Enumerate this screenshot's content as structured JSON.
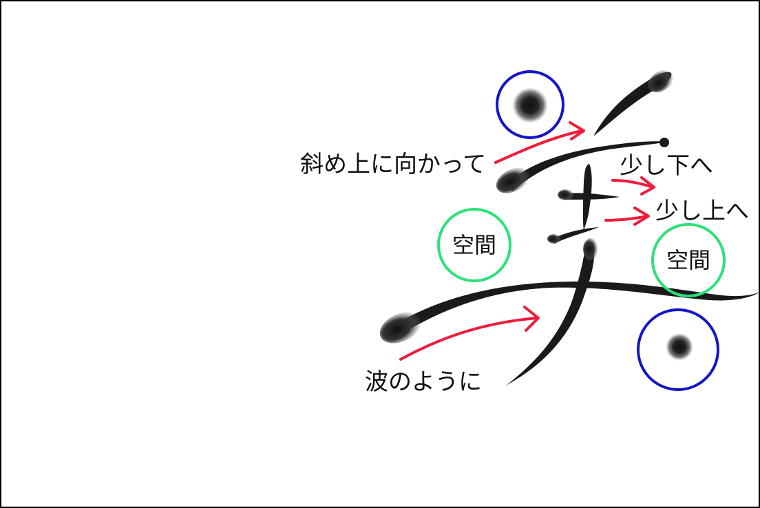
{
  "annotations": {
    "diagonal_up": "斜め上に向かって",
    "slightly_down": "少し下へ",
    "slightly_up": "少し上へ",
    "like_wave": "波のように",
    "space_left": "空間",
    "space_right": "空間"
  },
  "colors": {
    "border": "#000000",
    "ink": "#1a1a1a",
    "arrow": "#ee1c3a",
    "dot_circle": "#1414c8",
    "space_circle": "#2ee07a"
  }
}
